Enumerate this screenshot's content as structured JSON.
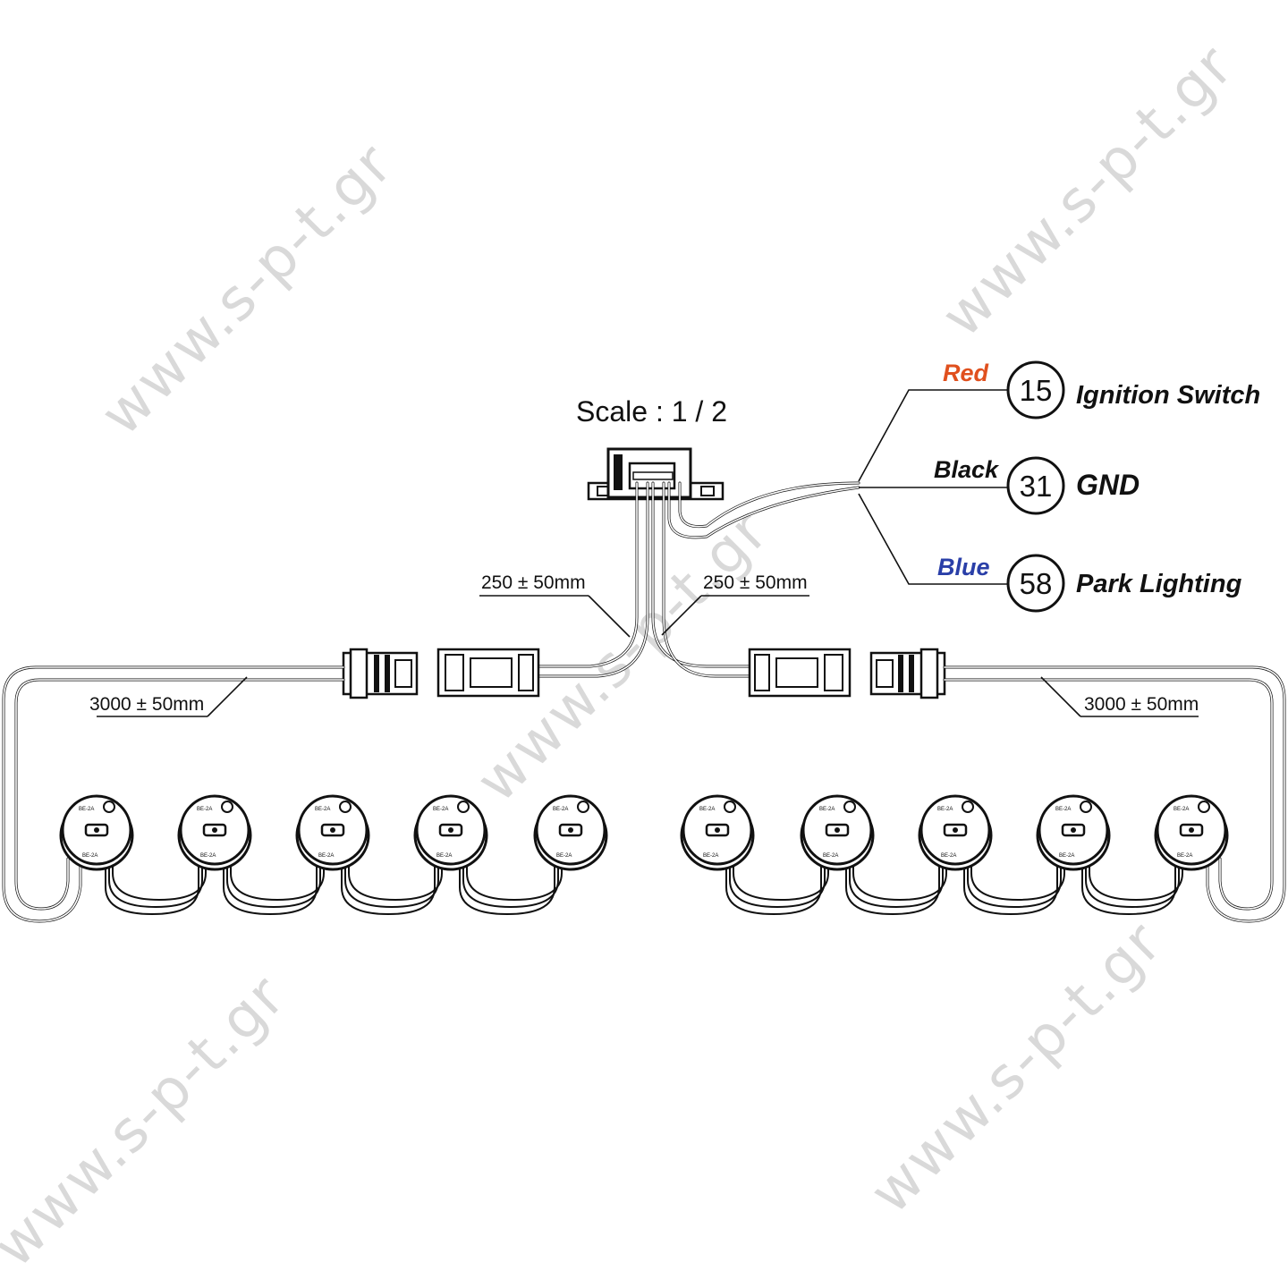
{
  "title": "Scale : 1 / 2",
  "wires": [
    {
      "color_label": "Red",
      "color": "#e0501e",
      "terminal": "15",
      "function": "Ignition Switch"
    },
    {
      "color_label": "Black",
      "color": "#111111",
      "terminal": "31",
      "function": "GND"
    },
    {
      "color_label": "Blue",
      "color": "#2a3fa8",
      "terminal": "58",
      "function": "Park Lighting"
    }
  ],
  "dimensions": {
    "branch_left": "250 ± 50mm",
    "branch_right": "250 ± 50mm",
    "cable_left": "3000 ± 50mm",
    "cable_right": "3000 ± 50mm"
  },
  "lamps": {
    "left_count": 5,
    "right_count": 5,
    "lamp_text": "BE-2A"
  },
  "watermark": "www.s-p-t.gr"
}
